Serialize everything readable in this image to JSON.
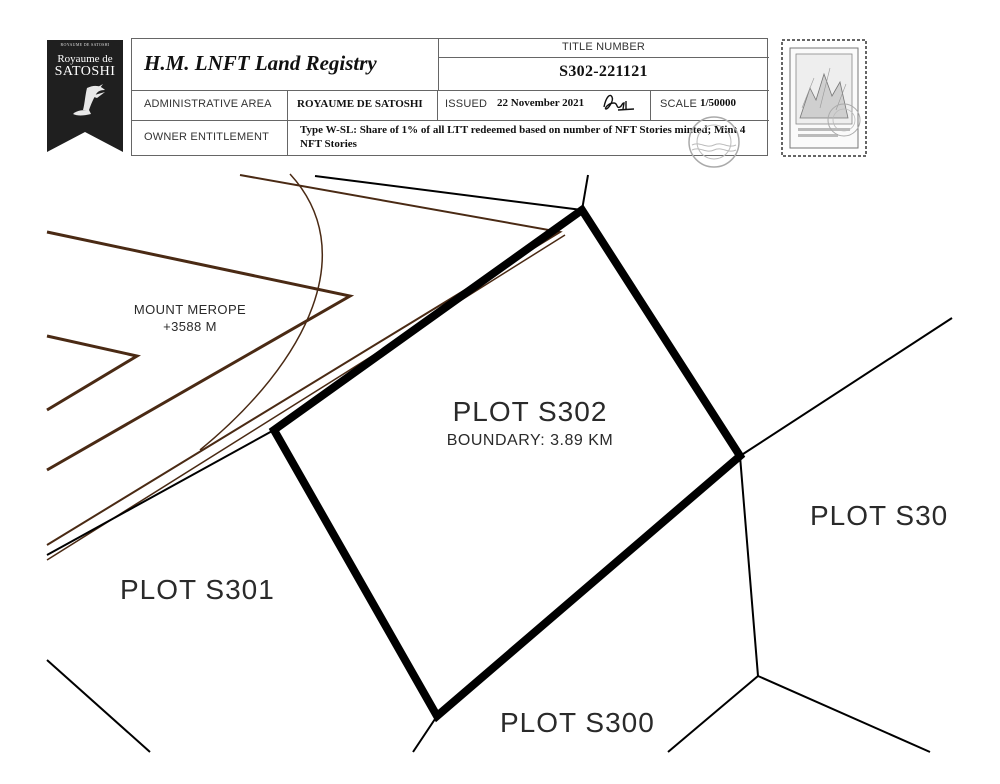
{
  "badge": {
    "top_text": "ROYAUME DE SATOSHI",
    "line1": "Royaume de",
    "line2": "SATOSHI"
  },
  "header": {
    "registry_title": "H.M. LNFT Land Registry",
    "title_number_label": "TITLE NUMBER",
    "title_number": "S302-221121",
    "admin_area_label": "ADMINISTRATIVE AREA",
    "admin_area_value": "ROYAUME DE SATOSHI",
    "issued_label": "ISSUED",
    "issued_value": "22 November 2021",
    "scale_label": "SCALE",
    "scale_value": "1/50000",
    "owner_label": "OWNER ENTITLEMENT",
    "owner_value": "Type W-SL: Share of 1% of all LTT redeemed based on number of NFT Stories minted; Mint 4 NFT Stories"
  },
  "map": {
    "mount_name": "MOUNT MEROPE",
    "mount_height": "+3588 M",
    "main_plot": "PLOT S302",
    "main_boundary": "BOUNDARY: 3.89 KM",
    "plot_left": "PLOT S301",
    "plot_bottom": "PLOT S300",
    "plot_right": "PLOT S30"
  },
  "colors": {
    "contour": "#4a2a14",
    "plot_border": "#000000",
    "badge": "#1f1f1f"
  }
}
